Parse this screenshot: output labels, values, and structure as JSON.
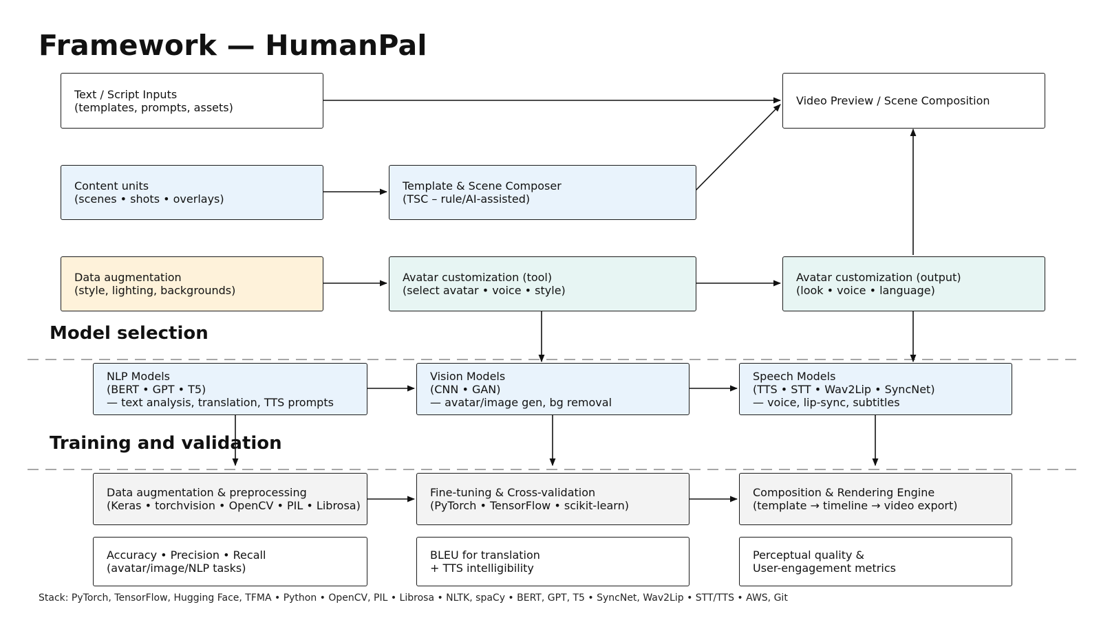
{
  "title": "Framework — HumanPal",
  "sections": {
    "model_selection": "Model selection",
    "training_validation": "Training and validation"
  },
  "boxes": {
    "text_inputs": [
      "Text / Script Inputs",
      "(templates, prompts, assets)"
    ],
    "video_preview": [
      "Video Preview / Scene Composition"
    ],
    "content_units": [
      "Content units",
      "(scenes • shots • overlays)"
    ],
    "template_composer": [
      "Template & Scene Composer",
      "(TSC – rule/AI-assisted)"
    ],
    "data_augmentation": [
      "Data augmentation",
      "(style, lighting, backgrounds)"
    ],
    "avatar_tool": [
      "Avatar customization (tool)",
      "(select avatar • voice • style)"
    ],
    "avatar_output": [
      "Avatar customization (output)",
      "(look • voice • language)"
    ],
    "nlp_models": [
      "NLP Models",
      "(BERT • GPT • T5)",
      "— text analysis, translation, TTS prompts"
    ],
    "vision_models": [
      "Vision Models",
      "(CNN • GAN)",
      "— avatar/image gen, bg removal"
    ],
    "speech_models": [
      "Speech Models",
      "(TTS • STT • Wav2Lip • SyncNet)",
      "— voice, lip-sync, subtitles"
    ],
    "preprocessing": [
      "Data augmentation & preprocessing",
      "(Keras • torchvision • OpenCV • PIL • Librosa)"
    ],
    "finetuning": [
      "Fine-tuning & Cross-validation",
      "(PyTorch • TensorFlow • scikit-learn)"
    ],
    "rendering_engine": [
      "Composition & Rendering Engine",
      "(template → timeline → video export)"
    ],
    "metrics_accuracy": [
      "Accuracy • Precision • Recall",
      "(avatar/image/NLP tasks)"
    ],
    "metrics_bleu": [
      "BLEU for translation",
      "+ TTS intelligibility"
    ],
    "metrics_perceptual": [
      "Perceptual quality &",
      "User-engagement metrics"
    ]
  },
  "footer": "Stack: PyTorch, TensorFlow, Hugging Face, TFMA • Python • OpenCV, PIL • Librosa • NLTK, spaCy • BERT, GPT, T5 • SyncNet, Wav2Lip • STT/TTS • AWS, Git",
  "colors": {
    "white": "#ffffff",
    "light_blue": "#e9f3fc",
    "light_teal": "#e7f5f3",
    "light_yellow": "#fef2da",
    "light_gray": "#f3f3f3",
    "stroke": "#1a1a1a",
    "divider": "#888888"
  }
}
